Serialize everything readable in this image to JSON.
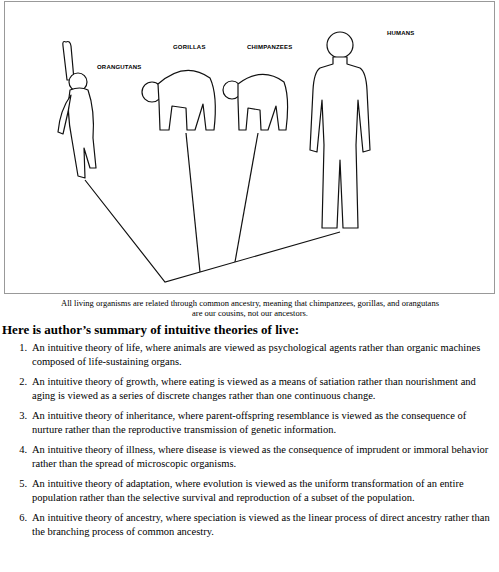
{
  "diagram": {
    "caption": "All living organisms are related through common ancestry, meaning that chimpanzees, gorillas, and orangutans are our cousins, not our ancestors.",
    "labels": [
      "ORANGUTANS",
      "GORILLAS",
      "CHIMPANZEES",
      "HUMANS",
      "Here is author’s summary of intuitive theories of live:",
      "1.",
      "An intuitive theory of life, where animals are viewed as psychological agents rather than organic machines composed of life-sustaining organs.",
      "2.",
      "An intuitive theory of growth, where eating is viewed as a means of satiation rather than nourishment and aging is viewed as a series of discrete changes rather than one continuous change.",
      "3.",
      "An intuitive theory of inheritance, where parent-offspring resemblance is viewed as the consequence of nurture rather than the reproductive transmission of genetic information.",
      "4.",
      "An intuitive theory of illness, where disease is viewed as the consequence of imprudent or immoral behavior rather than the spread of microscopic organisms.",
      "5.",
      "An intuitive theory of adaptation, where evolution is viewed as the uniform transformation of an entire population rather than the selective survival and reproduction of a subset of the population.",
      "6.",
      "An intuitive theory of ancestry, where speciation is viewed as the linear process of direct ancestry rather than the branching process of common ancestry."
    ]
  }
}
